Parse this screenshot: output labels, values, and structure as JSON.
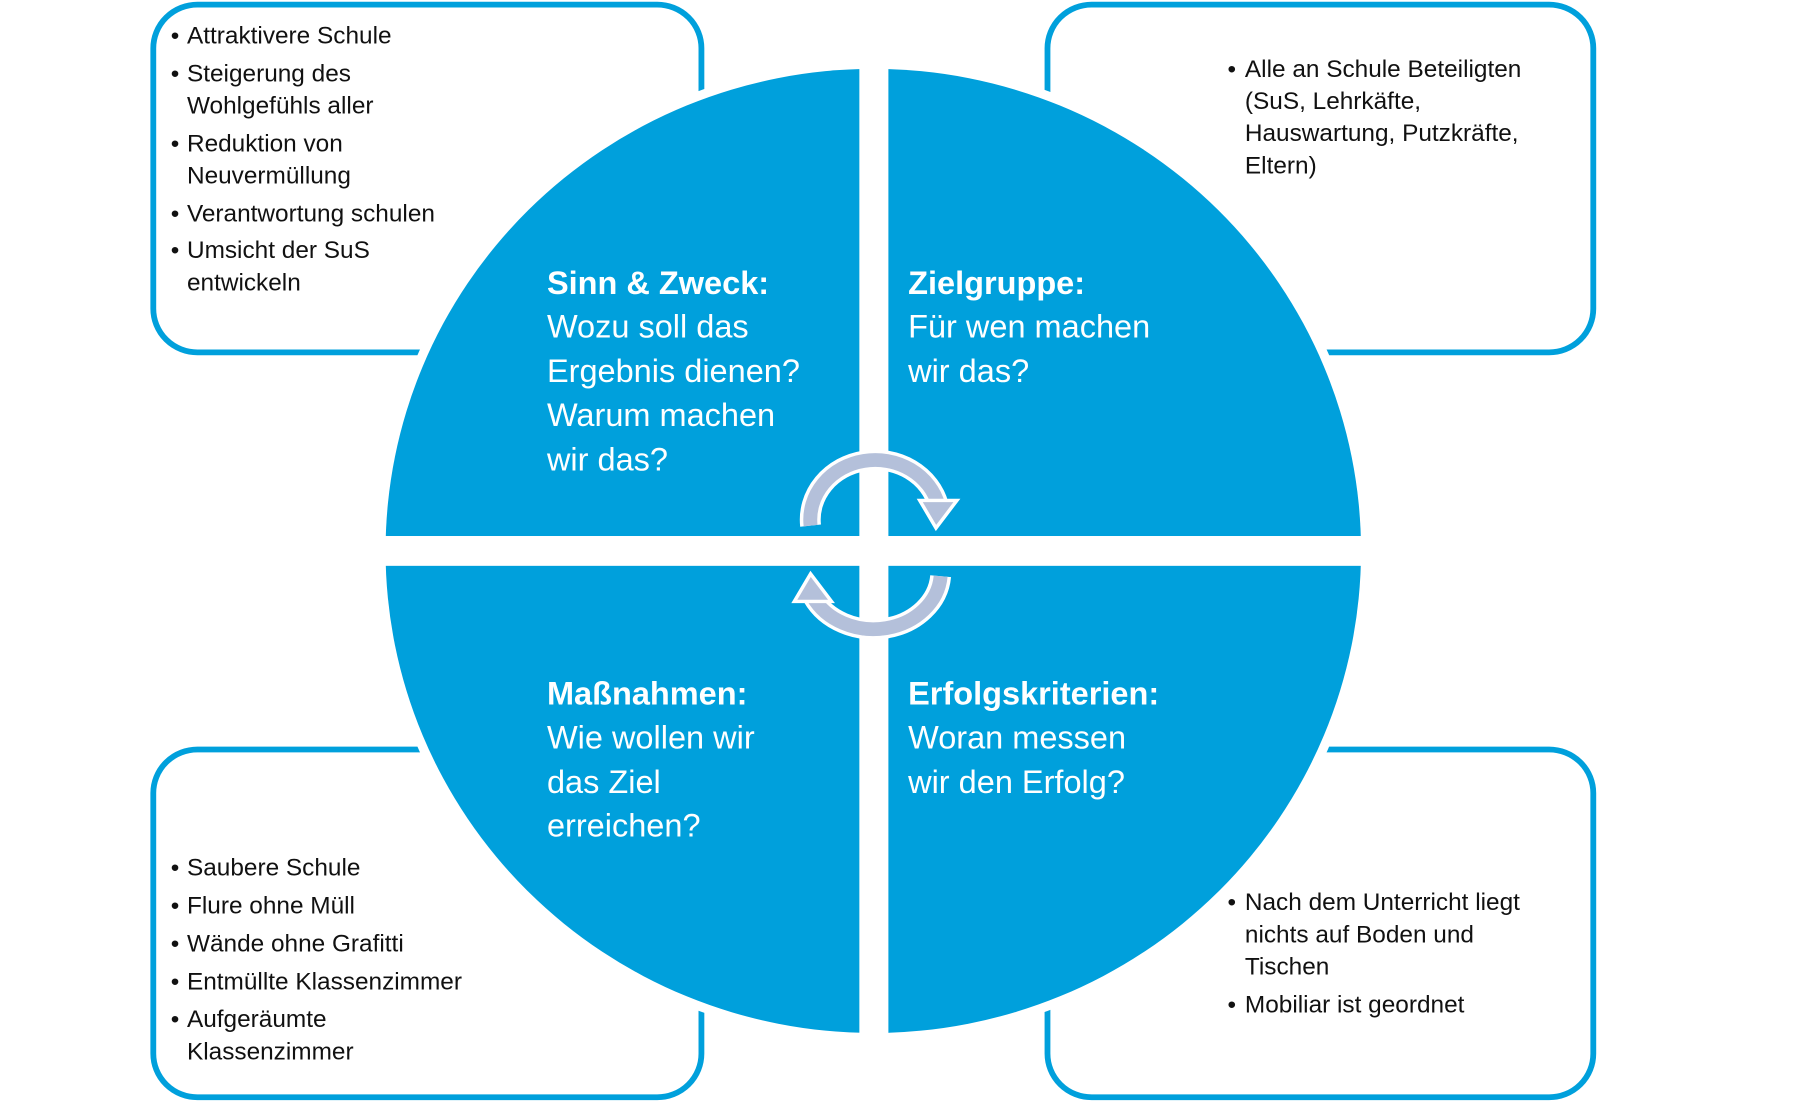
{
  "colors": {
    "accent": "#00a0dc",
    "arrow": "#b4c0da"
  },
  "quadrants": {
    "sinn": {
      "title": "Sinn & Zweck:",
      "lines": [
        "Wozu soll das",
        "Ergebnis dienen?",
        "Warum machen",
        "wir das?"
      ]
    },
    "ziel": {
      "title": "Zielgruppe:",
      "lines": [
        "Für wen machen",
        "wir das?"
      ]
    },
    "massnahmen": {
      "title": "Maßnahmen:",
      "lines": [
        "Wie wollen wir",
        "das Ziel",
        "erreichen?"
      ]
    },
    "erfolg": {
      "title": "Erfolgskriterien:",
      "lines": [
        "Woran messen",
        "wir den Erfolg?"
      ]
    }
  },
  "boxes": {
    "sinn": [
      [
        "Attraktivere Schule"
      ],
      [
        "Steigerung des",
        "Wohlgefühls aller"
      ],
      [
        "Reduktion von",
        "Neuvermüllung"
      ],
      [
        "Verantwortung schulen"
      ],
      [
        "Umsicht der SuS",
        "entwickeln"
      ]
    ],
    "ziel": [
      [
        "Alle an Schule Beteiligten",
        "(SuS, Lehrkäfte,",
        "Hauswartung, Putzkräfte,",
        "Eltern)"
      ]
    ],
    "massnahmen": [
      [
        "Saubere Schule"
      ],
      [
        "Flure ohne Müll"
      ],
      [
        "Wände ohne Grafitti"
      ],
      [
        "Entmüllte Klassenzimmer"
      ],
      [
        "Aufgeräumte",
        "Klassenzimmer"
      ]
    ],
    "erfolg": [
      [
        "Nach dem Unterricht liegt",
        "nichts auf Boden und",
        "Tischen"
      ],
      [
        "Mobiliar ist geordnet"
      ]
    ]
  },
  "bullet": "•"
}
